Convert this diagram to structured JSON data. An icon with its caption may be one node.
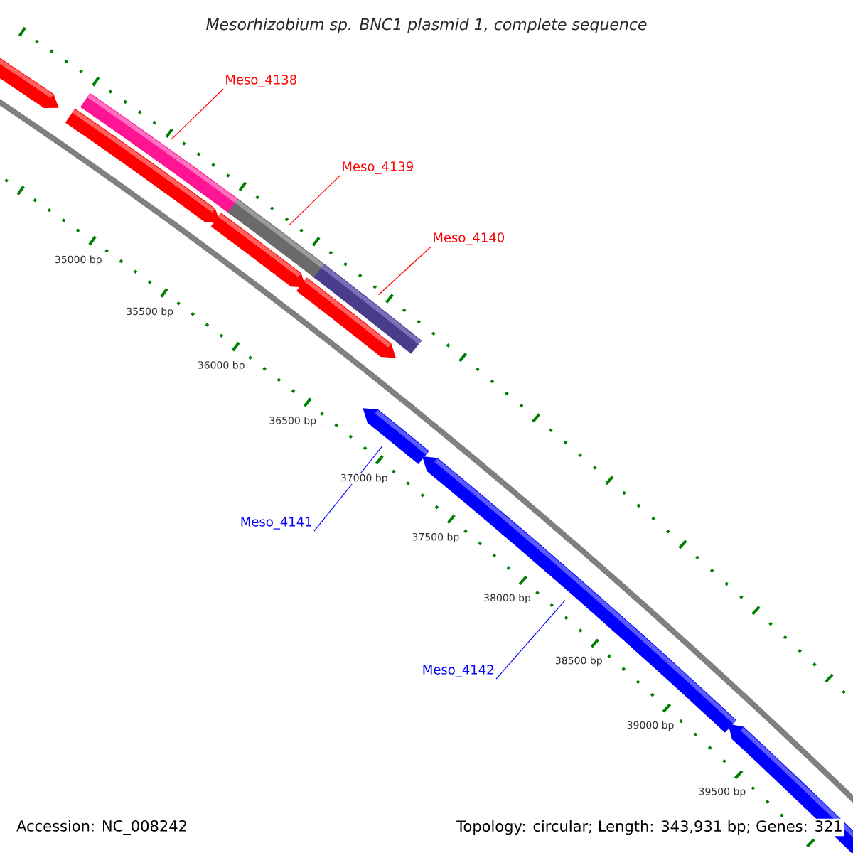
{
  "diagram": {
    "title": "Mesorhizobium sp. BNC1 plasmid 1, complete sequence",
    "nodes": [
      {
        "text": [
          "Meso_4138"
        ]
      },
      {
        "text": [
          "Meso_4139"
        ]
      },
      {
        "text": [
          "Meso_4140"
        ]
      },
      {
        "text": [
          "Meso_4141"
        ]
      },
      {
        "text": [
          "Meso_4142"
        ]
      },
      {
        "text": [],
        "shape": "bar"
      },
      {
        "text": [],
        "shape": "bar"
      },
      {
        "text": [],
        "shape": "bar"
      },
      {
        "text": [],
        "shape": "bar"
      },
      {
        "text": [],
        "shape": "bar"
      },
      {
        "text": [],
        "shape": "bar"
      },
      {
        "text": [],
        "shape": "bar"
      },
      {
        "text": [],
        "shape": "bar"
      },
      {
        "text": [],
        "shape": "bar"
      },
      {
        "text": [],
        "shape": "bar"
      }
    ],
    "edges": [
      {
        "from": 0,
        "to": 7,
        "arrow": "none"
      },
      {
        "from": 1,
        "to": 9,
        "arrow": "none"
      },
      {
        "from": 2,
        "to": 11,
        "arrow": "none"
      },
      {
        "from": 3,
        "to": 12,
        "arrow": "none",
        "color": "#0000ff"
      },
      {
        "from": 4,
        "to": 13,
        "arrow": "none",
        "color": "#0000ff"
      }
    ],
    "labels": [
      "35000 bp",
      "35500 bp",
      "36000 bp",
      "36500 bp",
      "37000 bp",
      "37500 bp",
      "38000 bp",
      "38500 bp",
      "39000 bp",
      "39500 bp",
      "Accession: NC_008242",
      "Topology: circular; Length: 343,931 bp; Genes: 321"
    ]
  }
}
